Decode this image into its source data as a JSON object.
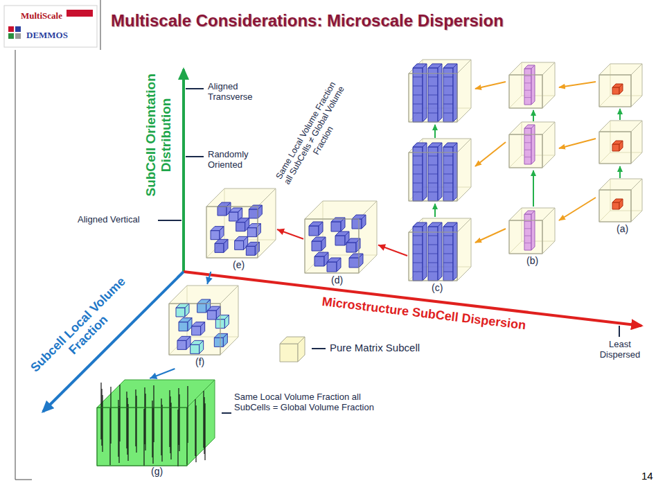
{
  "diagram": {
    "title": "Multiscale Considerations: Microscale Dispersion",
    "nodes": [
      {
        "text": [
          "(a)"
        ]
      },
      {
        "text": [
          "(b)"
        ]
      },
      {
        "text": [
          "(c)"
        ]
      },
      {
        "text": [
          "(d)"
        ]
      },
      {
        "text": [
          "(e)"
        ]
      },
      {
        "text": [
          "(f)"
        ]
      },
      {
        "text": [
          "(g)"
        ]
      }
    ],
    "edges": [
      {
        "from": 2,
        "to": 3,
        "arrow": "to"
      },
      {
        "from": 3,
        "to": 4,
        "arrow": "to"
      },
      {
        "from": 4,
        "to": 5,
        "arrow": "to"
      },
      {
        "from": 5,
        "to": 6,
        "arrow": "to"
      }
    ],
    "labels": [
      "MultiScale",
      "DEMMOS",
      "Aligned Transverse",
      "Randomly Oriented",
      "Aligned Vertical",
      "SubCell Orientation Distribution",
      "Same Local Volume Fraction all SubCells ≠ Global Volume Fraction",
      "Microstructure SubCell Dispersion",
      "Least Dispersed",
      "Subcell Local Volume Fraction",
      "Same Local Volume Fraction all SubCells = Global Volume Fraction",
      "14"
    ],
    "legend": [
      {
        "text": "Pure Matrix Subcell"
      }
    ]
  }
}
